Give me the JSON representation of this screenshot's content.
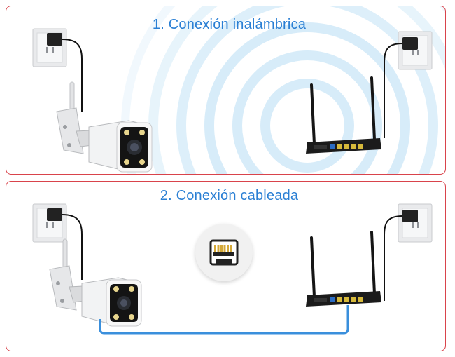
{
  "sections": [
    {
      "id": "wireless",
      "title": "1. Conexión inalámbrica"
    },
    {
      "id": "wired",
      "title": "2. Conexión cableada"
    }
  ],
  "colors": {
    "frame": "#d9434b",
    "title": "#2a7fd4",
    "cable": "#3a8fdc",
    "wifi": "#d7ecf9"
  },
  "icons": [
    "wall-socket-icon",
    "power-adapter-icon",
    "security-camera-icon",
    "router-icon",
    "ethernet-port-icon"
  ]
}
